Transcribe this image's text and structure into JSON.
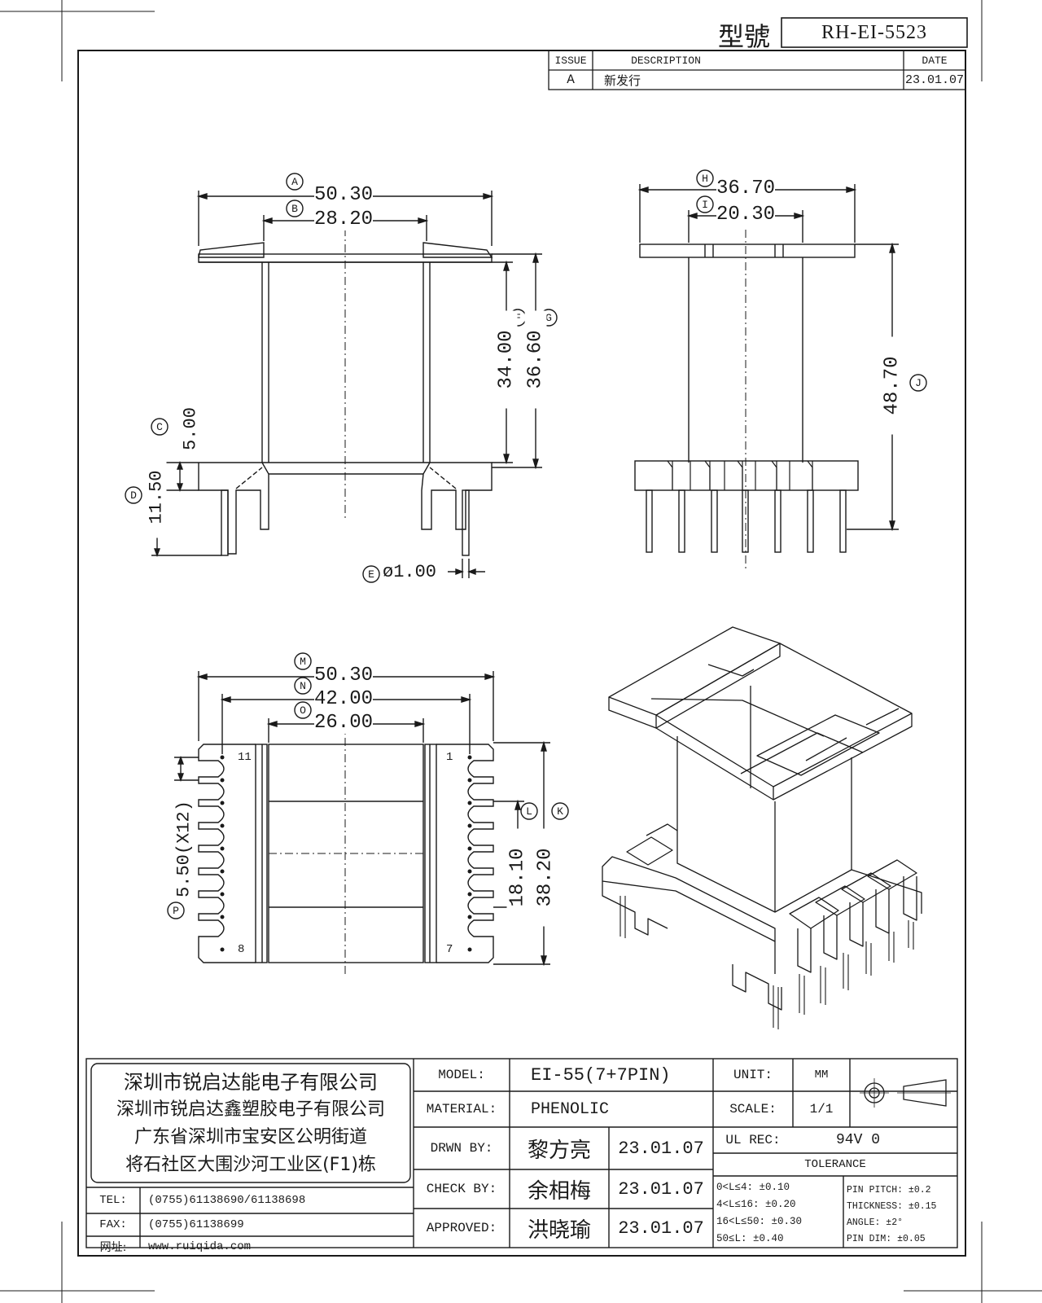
{
  "header": {
    "model_label": "型號",
    "model_value": "RH-EI-5523"
  },
  "revision": {
    "col_issue": "ISSUE",
    "col_description": "DESCRIPTION",
    "col_date": "DATE",
    "rows": [
      {
        "issue": "A",
        "description": "新发行",
        "date": "23.01.07"
      }
    ]
  },
  "views": {
    "front": {
      "dims": {
        "A": {
          "letter": "A",
          "value": "50.30"
        },
        "B": {
          "letter": "B",
          "value": "28.20"
        },
        "C": {
          "letter": "C",
          "value": "5.00"
        },
        "D": {
          "letter": "D",
          "value": "11.50"
        },
        "E": {
          "letter": "E",
          "value": "ø1.00"
        },
        "F": {
          "letter": "F",
          "value": "34.00"
        },
        "G": {
          "letter": "G",
          "value": "36.60"
        }
      }
    },
    "side": {
      "dims": {
        "H": {
          "letter": "H",
          "value": "36.70"
        },
        "I": {
          "letter": "I",
          "value": "20.30"
        },
        "J": {
          "letter": "J",
          "value": "48.70"
        }
      }
    },
    "bottom": {
      "dims": {
        "M": {
          "letter": "M",
          "value": "50.30"
        },
        "N": {
          "letter": "N",
          "value": "42.00"
        },
        "O": {
          "letter": "O",
          "value": "26.00"
        },
        "L": {
          "letter": "L",
          "value": "18.10"
        },
        "K": {
          "letter": "K",
          "value": "38.20"
        },
        "P": {
          "letter": "P",
          "value": "5.50(X12)"
        }
      },
      "pin_labels": {
        "top_left": "11",
        "bottom_left": "8",
        "top_right": "1",
        "bottom_right": "7"
      }
    }
  },
  "title_block": {
    "company": [
      "深圳市锐启达能电子有限公司",
      "深圳市锐启达鑫塑胶电子有限公司",
      "广东省深圳市宝安区公明街道",
      "将石社区大围沙河工业区(F1)栋"
    ],
    "contact": [
      {
        "label": "TEL:",
        "value": "(0755)61138690/61138698"
      },
      {
        "label": "FAX:",
        "value": "(0755)61138699"
      },
      {
        "label": "网址:",
        "value": "www.ruiqida.com"
      }
    ],
    "model_label": "MODEL:",
    "model_value": "EI-55(7+7PIN)",
    "material_label": "MATERIAL:",
    "material_value": "PHENOLIC",
    "drawn_label": "DRWN BY:",
    "drawn_name": "黎方亮",
    "drawn_date": "23.01.07",
    "check_label": "CHECK BY:",
    "check_name": "余相梅",
    "check_date": "23.01.07",
    "approved_label": "APPROVED:",
    "approved_name": "洪晓瑜",
    "approved_date": "23.01.07",
    "unit_label": "UNIT:",
    "unit_value": "MM",
    "scale_label": "SCALE:",
    "scale_value": "1/1",
    "ul_label": "UL REC:",
    "ul_value": "94V 0",
    "tolerance_title": "TOLERANCE",
    "tolerance_left": [
      "0<L≤4: ±0.10",
      "4<L≤16: ±0.20",
      "16<L≤50: ±0.30",
      "50≤L: ±0.40"
    ],
    "tolerance_right": [
      "PIN PITCH: ±0.2",
      "THICKNESS: ±0.15",
      "ANGLE: ±2°",
      "PIN DIM: ±0.05"
    ]
  }
}
